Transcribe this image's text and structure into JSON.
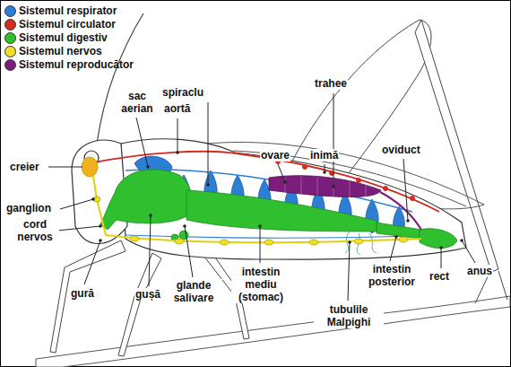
{
  "diagram": {
    "labels": [
      "sac aerian",
      "spiraclu",
      "aortă",
      "trahee",
      "ovare",
      "inimă",
      "oviduct",
      "creier",
      "ganglion",
      "cord nervos",
      "gură",
      "gușă",
      "glande salivare",
      "intestin mediu (stomac)",
      "tubulile Malpighi",
      "intestin posterior",
      "rect",
      "anus"
    ],
    "legend": [
      {
        "text": "Sistemul respirator",
        "color": "#2d7fd6"
      },
      {
        "text": "Sistemul circulator",
        "color": "#d62a1e"
      },
      {
        "text": "Sistemul digestiv",
        "color": "#2fbf2f"
      },
      {
        "text": "Sistemul nervos",
        "color": "#f0e020"
      },
      {
        "text": "Sistemul reproducător",
        "color": "#7b1e7b"
      }
    ]
  }
}
